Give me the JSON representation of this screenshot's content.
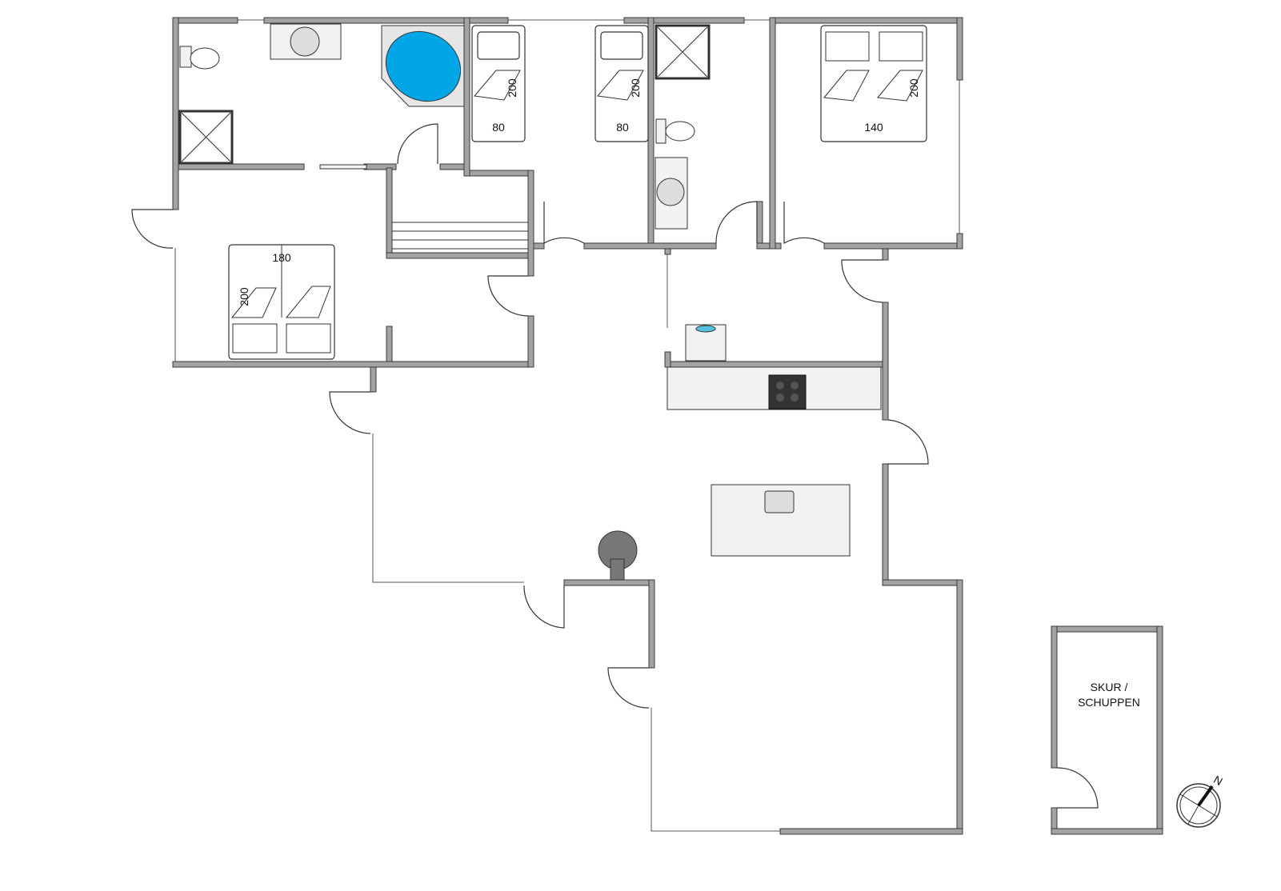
{
  "plan": {
    "rooms": {
      "shed_label_line1": "SKUR /",
      "shed_label_line2": "SCHUPPEN"
    },
    "beds": [
      {
        "width": "80",
        "length": "200"
      },
      {
        "width": "80",
        "length": "200"
      },
      {
        "width": "140",
        "length": "200"
      },
      {
        "width": "180",
        "length": "200"
      }
    ],
    "compass": {
      "label": "N"
    },
    "colors": {
      "wall": "#a3a3a3",
      "bathtub": "#00a6e6",
      "background": "#ffffff"
    }
  }
}
